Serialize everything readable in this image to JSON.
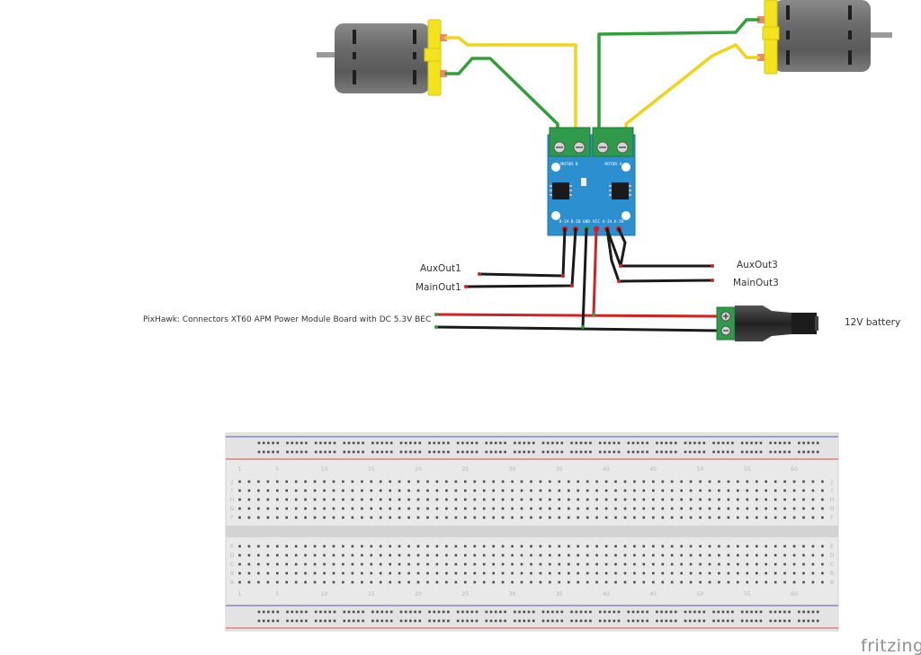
{
  "labels": {
    "aux_out_1": "AuxOut1",
    "main_out_1": "MainOut1",
    "aux_out_3": "AuxOut3",
    "main_out_3": "MainOut3",
    "pixhawk": "PixHawk: Connectors XT60 APM Power Module Board with DC 5.3V BEC",
    "battery": "12V battery"
  },
  "driver_board": {
    "motor_b_label": "MOTOR B",
    "motor_a_label": "MOTOR A",
    "pin_labels": [
      "B-IA",
      "B-IB",
      "GND",
      "VCC",
      "A-IA",
      "A-IB"
    ]
  },
  "breadboard": {
    "column_numbers": [
      "1",
      "5",
      "10",
      "15",
      "20",
      "25",
      "30",
      "35",
      "40",
      "45",
      "50",
      "55",
      "60"
    ],
    "row_letters_top": [
      "J",
      "I",
      "H",
      "G",
      "F"
    ],
    "row_letters_bottom": [
      "E",
      "D",
      "C",
      "B",
      "A"
    ]
  },
  "brand": "fritzing",
  "colors": {
    "wire_red": "#d42020",
    "wire_black": "#1a1a1a",
    "wire_yellow": "#f2d31b",
    "wire_green": "#2fa03a",
    "board_blue": "#2b8fd0",
    "terminal_green": "#2e9a4a",
    "motor_cap_yellow": "#f3e31c",
    "motor_body": "#6d6d6d"
  }
}
